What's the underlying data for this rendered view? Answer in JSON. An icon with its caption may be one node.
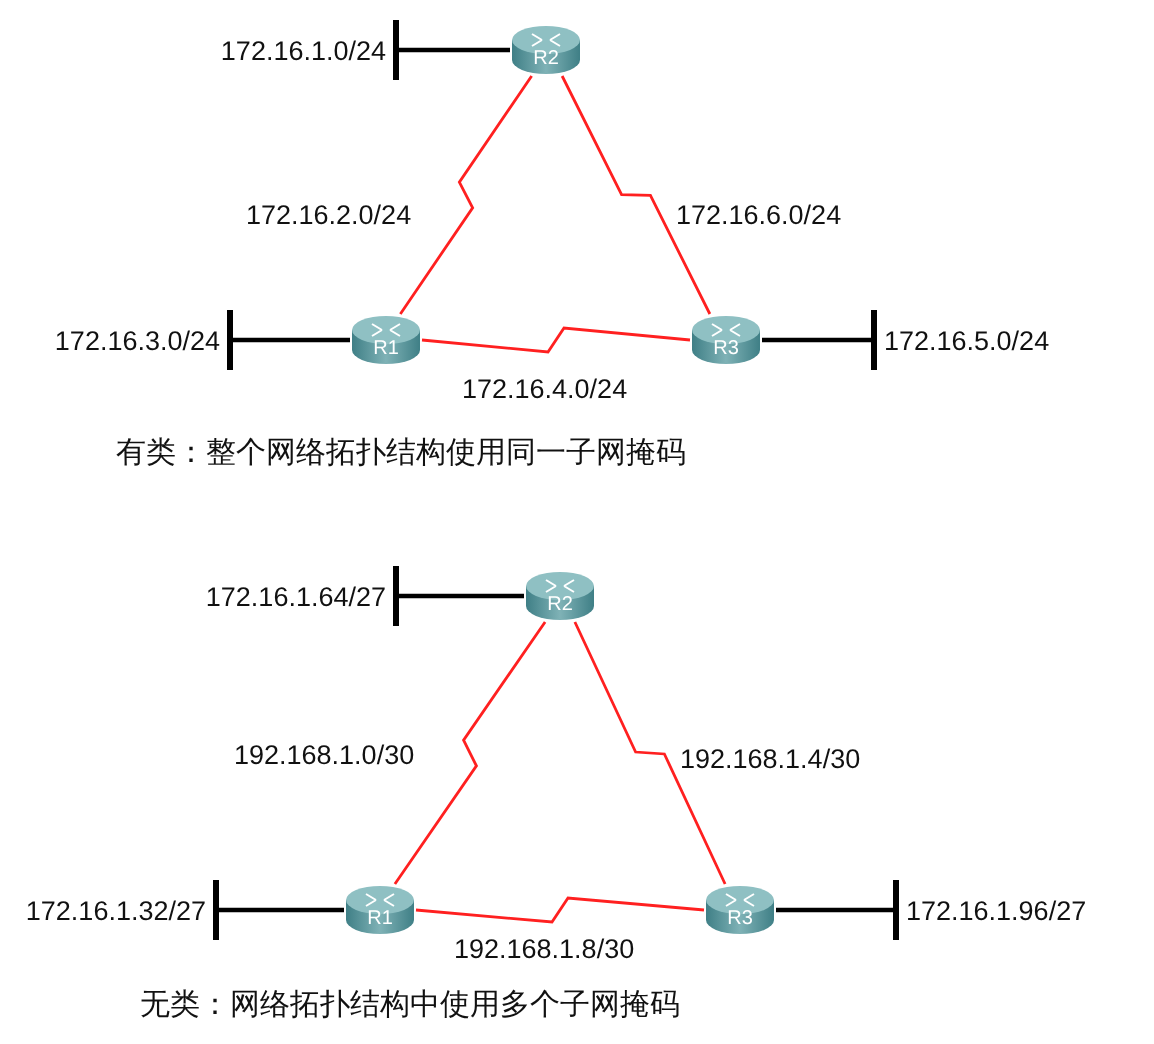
{
  "diagram": {
    "nodes": [
      {
        "text": [
          "172.16.1.0/24"
        ]
      },
      {
        "text": [
          "R2"
        ]
      },
      {
        "text": [
          "172.16.3.0/24"
        ]
      },
      {
        "text": [
          "R1"
        ]
      },
      {
        "text": [
          "R3"
        ]
      },
      {
        "text": [
          "172.16.5.0/24"
        ]
      },
      {
        "text": [
          "172.16.1.64/27"
        ]
      },
      {
        "text": [
          "R2"
        ]
      },
      {
        "text": [
          "172.16.1.32/27"
        ]
      },
      {
        "text": [
          "R1"
        ]
      },
      {
        "text": [
          "R3"
        ]
      },
      {
        "text": [
          "172.16.1.96/27"
        ]
      }
    ],
    "edges": [
      {
        "from": 1,
        "to": 0,
        "arrow": "other",
        "color": "#000000"
      },
      {
        "from": 1,
        "to": 3,
        "arrow": "none",
        "label": "172.16.2.0/24",
        "color": "#ff2020"
      },
      {
        "from": 1,
        "to": 4,
        "arrow": "none",
        "label": "172.16.6.0/24",
        "color": "#ff2020"
      },
      {
        "from": 3,
        "to": 4,
        "arrow": "none",
        "label": "172.16.4.0/24",
        "color": "#ff2020"
      },
      {
        "from": 3,
        "to": 2,
        "arrow": "other",
        "color": "#000000"
      },
      {
        "from": 4,
        "to": 5,
        "arrow": "other",
        "color": "#000000"
      },
      {
        "from": 7,
        "to": 6,
        "arrow": "other",
        "color": "#000000"
      },
      {
        "from": 7,
        "to": 9,
        "arrow": "none",
        "label": "192.168.1.0/30",
        "color": "#ff2020"
      },
      {
        "from": 7,
        "to": 10,
        "arrow": "none",
        "label": "192.168.1.4/30",
        "color": "#ff2020"
      },
      {
        "from": 9,
        "to": 10,
        "arrow": "none",
        "label": "192.168.1.8/30",
        "color": "#ff2020"
      },
      {
        "from": 9,
        "to": 8,
        "arrow": "other",
        "color": "#000000"
      },
      {
        "from": 10,
        "to": 11,
        "arrow": "other",
        "color": "#000000"
      }
    ],
    "labels": [
      "有类：整个网络拓扑结构使用同一子网掩码",
      "无类：网络拓扑结构中使用多个子网掩码"
    ]
  }
}
